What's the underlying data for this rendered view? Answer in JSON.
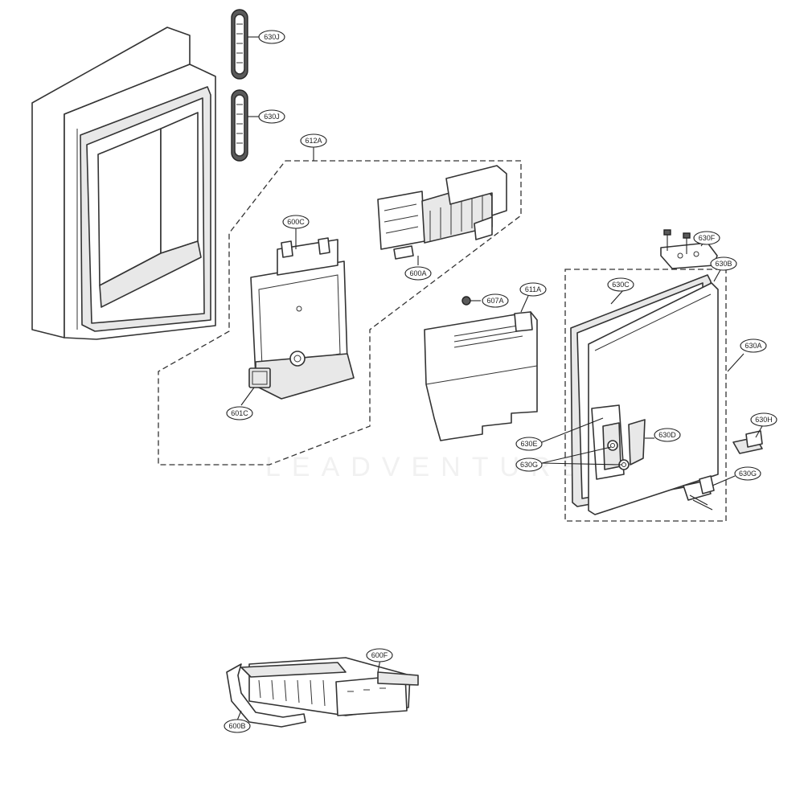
{
  "callouts": {
    "c630J_a": "630J",
    "c630J_b": "630J",
    "c612A": "612A",
    "c600C": "600C",
    "c600A": "600A",
    "c607A": "607A",
    "c611A": "611A",
    "c601C": "601C",
    "c630F": "630F",
    "c630B": "630B",
    "c630C": "630C",
    "c630A": "630A",
    "c630H": "630H",
    "c630D": "630D",
    "c630E": "630E",
    "c630G_a": "630G",
    "c630G_b": "630G",
    "c600F": "600F",
    "c600B": "600B"
  },
  "watermark": {
    "text": "LEADVENTURE"
  }
}
